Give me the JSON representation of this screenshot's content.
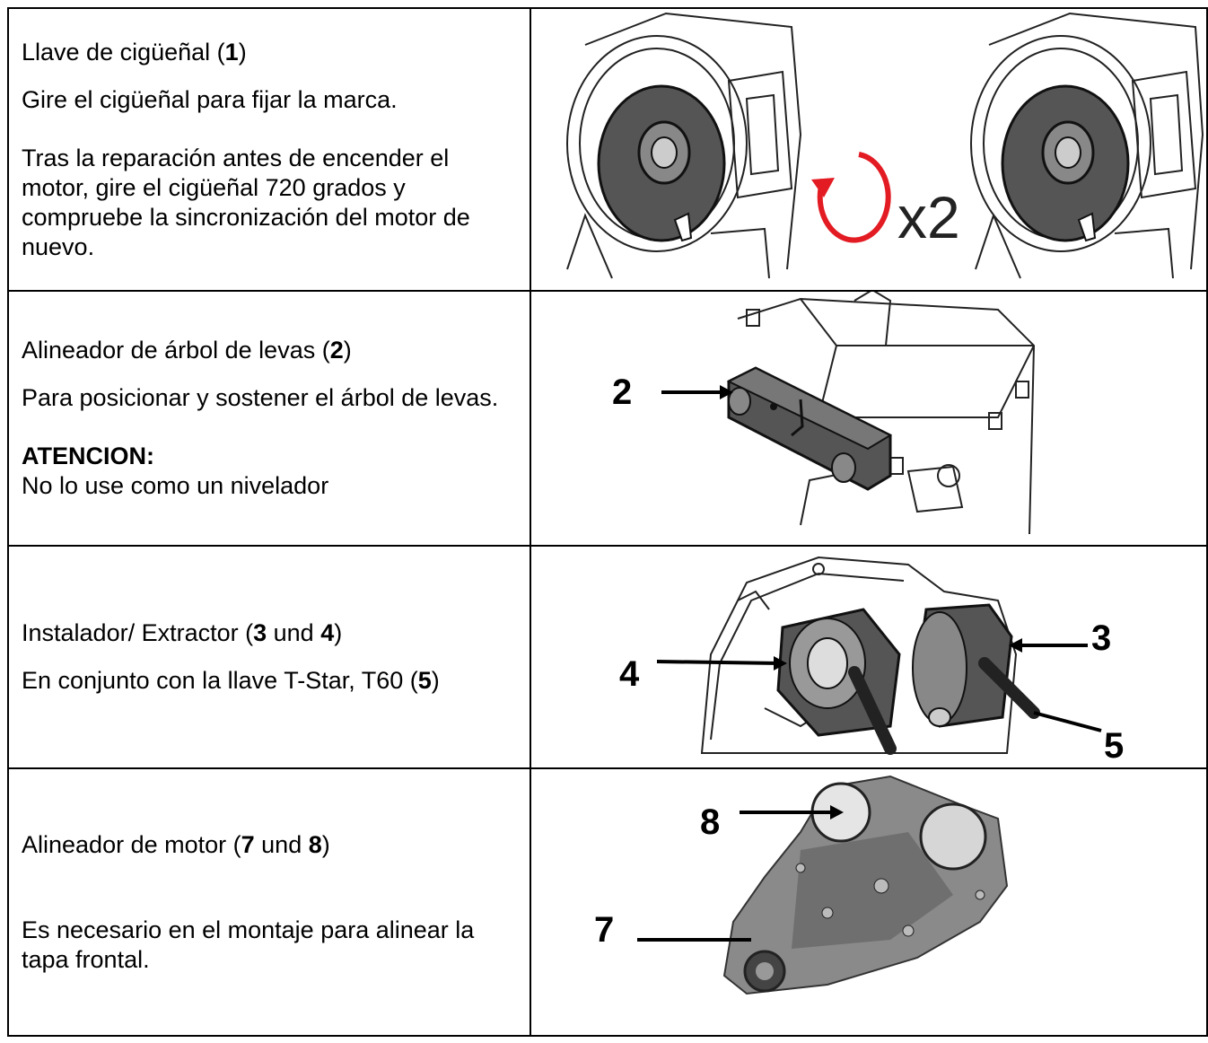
{
  "rows": [
    {
      "title_prefix": "Llave de cigüeñal (",
      "title_num": "1",
      "title_suffix": ")",
      "text1": "Gire el cigüeñal para fijar la marca.",
      "text2": "Tras la reparación antes de encender el motor, gire el cigüeñal 720 grados y compruebe la sincronización del motor de nuevo.",
      "figure": {
        "rotation_label": "x2",
        "arrow_color": "#e31b23"
      }
    },
    {
      "title_prefix": "Alineador de árbol de levas (",
      "title_num": "2",
      "title_suffix": ")",
      "text1": "Para posicionar y sostener el árbol de levas.",
      "warning_label": "ATENCION:",
      "warning_text": "No lo use como un nivelador",
      "figure": {
        "callouts": [
          "2"
        ]
      }
    },
    {
      "title_prefix": "Instalador/ Extractor (",
      "title_num_a": "3",
      "title_mid": " und ",
      "title_num_b": "4",
      "title_suffix": ")",
      "text1_prefix": "En conjunto con la llave T-Star, T60 (",
      "text1_num": "5",
      "text1_suffix": ")",
      "figure": {
        "callouts": [
          "4",
          "3",
          "5"
        ]
      }
    },
    {
      "title_prefix": "Alineador de motor (",
      "title_num_a": "7",
      "title_mid": " und ",
      "title_num_b": "8",
      "title_suffix": ")",
      "text1": "Es necesario en el montaje para alinear la tapa frontal.",
      "figure": {
        "callouts": [
          "8",
          "7"
        ]
      }
    }
  ]
}
